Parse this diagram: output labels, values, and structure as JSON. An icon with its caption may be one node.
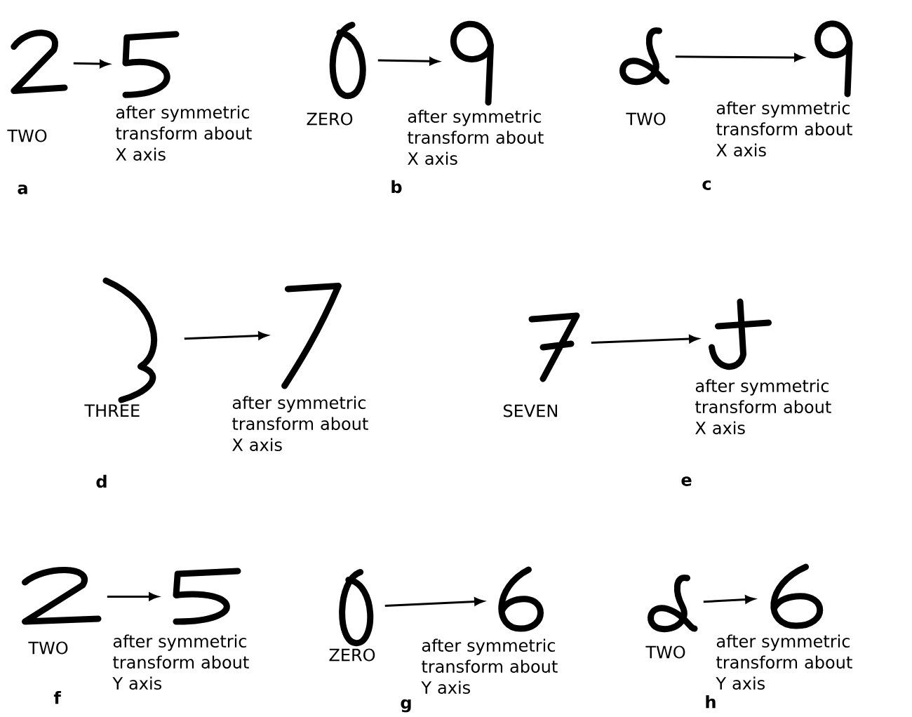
{
  "diagram": {
    "nodes": [
      {
        "text": [],
        "shape": "picture",
        "beside": [
          "TWO"
        ]
      },
      {
        "text": [],
        "shape": "picture",
        "beside": [
          "after symmetric transform about X axis"
        ]
      },
      {
        "text": [],
        "shape": "picture",
        "beside": [
          "ZERO"
        ]
      },
      {
        "text": [],
        "shape": "picture",
        "beside": [
          "after symmetric transform about X axis"
        ]
      },
      {
        "text": [],
        "shape": "picture",
        "beside": [
          "TWO"
        ]
      },
      {
        "text": [],
        "shape": "picture",
        "beside": [
          "after symmetric transform about X axis"
        ]
      },
      {
        "text": [],
        "shape": "picture",
        "beside": [
          "THREE"
        ]
      },
      {
        "text": [],
        "shape": "picture",
        "beside": [
          "after symmetric transform about X axis"
        ]
      },
      {
        "text": [],
        "shape": "picture",
        "beside": [
          "SEVEN"
        ]
      },
      {
        "text": [],
        "shape": "picture",
        "beside": [
          "after symmetric transform about X axis"
        ]
      },
      {
        "text": [],
        "shape": "picture",
        "beside": [
          "TWO"
        ]
      },
      {
        "text": [],
        "shape": "picture",
        "beside": [
          "after symmetric transform about Y axis"
        ]
      },
      {
        "text": [],
        "shape": "picture",
        "beside": [
          "ZERO"
        ]
      },
      {
        "text": [],
        "shape": "picture",
        "beside": [
          "after symmetric transform about Y axis"
        ]
      },
      {
        "text": [],
        "shape": "picture",
        "beside": [
          "TWO"
        ]
      },
      {
        "text": [],
        "shape": "picture",
        "beside": [
          "after symmetric transform about Y axis"
        ]
      }
    ],
    "edges": [
      {
        "from": 0,
        "to": 1,
        "arrow": "to"
      },
      {
        "from": 2,
        "to": 3,
        "arrow": "to"
      },
      {
        "from": 4,
        "to": 5,
        "arrow": "to"
      },
      {
        "from": 6,
        "to": 7,
        "arrow": "to"
      },
      {
        "from": 8,
        "to": 9,
        "arrow": "to"
      },
      {
        "from": 10,
        "to": 11,
        "arrow": "to"
      },
      {
        "from": 12,
        "to": 13,
        "arrow": "to"
      },
      {
        "from": 14,
        "to": 15,
        "arrow": "to"
      }
    ],
    "labels": [
      "a",
      "b",
      "c",
      "d",
      "e",
      "f",
      "g",
      "h"
    ]
  }
}
